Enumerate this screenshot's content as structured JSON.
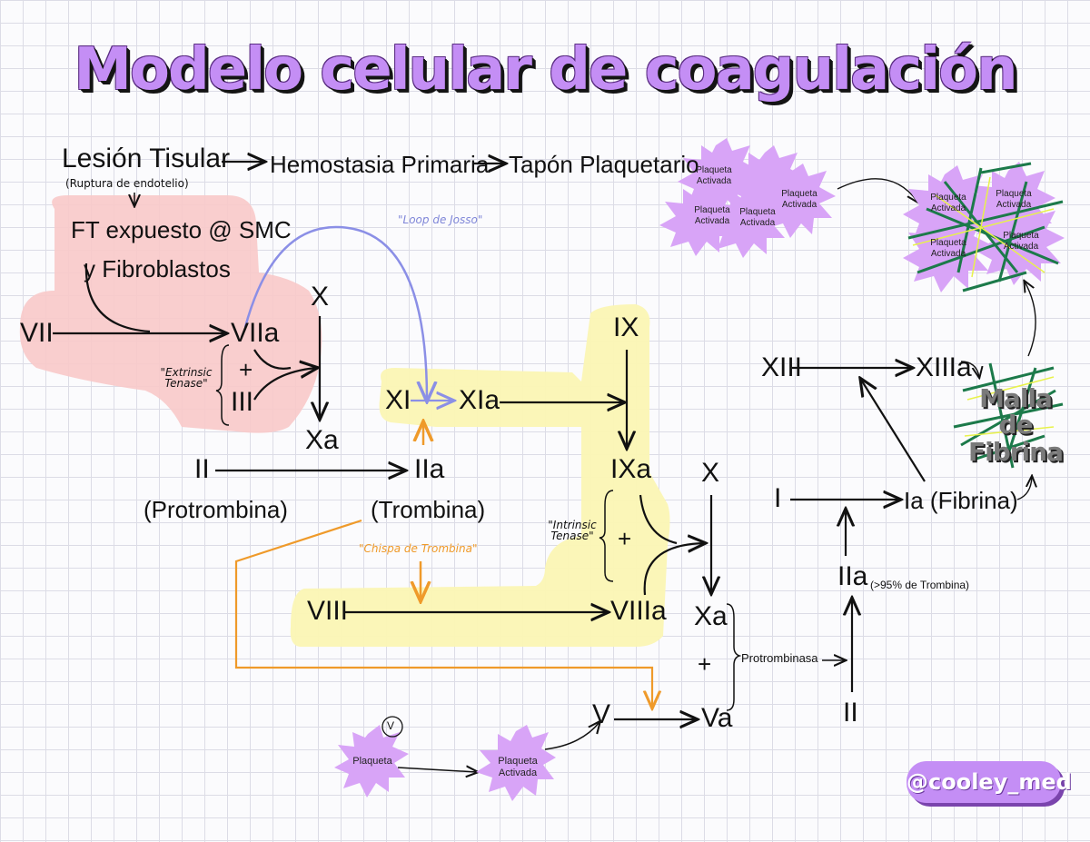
{
  "title": "Modelo celular de coagulación",
  "colors": {
    "accent_purple": "#c48ef5",
    "pink_region": "#f8c9c9",
    "yellow_region": "#fbf6b4",
    "loop_blue": "#8b8fe6",
    "thrombin_orange": "#ef9a2a",
    "fibrin_green": "#1c7a4a"
  },
  "header_row": {
    "lesion": "Lesión Tisular",
    "lesion_note": "(Ruptura de endotelio)",
    "hemostasia": "Hemostasia Primaria",
    "tapon": "Tapón Plaquetario"
  },
  "extrinsic": {
    "ft": "FT expuesto @ SMC",
    "ft2": "y  Fibroblastos",
    "vii": "VII",
    "viia": "VIIa",
    "plus": "+",
    "iii": "III",
    "tenase": "\"Extrinsic Tenase\"",
    "x": "X",
    "xa": "Xa"
  },
  "loop_label": "\"Loop de Josso\"",
  "intrinsic": {
    "xi": "XI",
    "xia": "XIa",
    "ix": "IX",
    "ixa": "IXa",
    "plus": "+",
    "viii": "VIII",
    "viiia": "VIIIa",
    "tenase": "\"Intrinsic Tenase\"",
    "x": "X",
    "xa": "Xa",
    "plus2": "+",
    "v": "V",
    "va": "Va",
    "protrombinasa": "Protrombinasa"
  },
  "thrombin": {
    "ii": "II",
    "protrombina": "(Protrombina)",
    "iia": "IIa",
    "trombina": "(Trombina)",
    "chispa": "\"Chispa de Trombina\""
  },
  "fibrin": {
    "xiii": "XIII",
    "xiiia": "XIIIa",
    "i": "I",
    "ia": "Ia (Fibrina)",
    "iia": "IIa",
    "iia_note": "(>95% de Trombina)",
    "ii": "II",
    "malla": "Malla de Fibrina"
  },
  "platelets": {
    "plaqueta": "Plaqueta",
    "activada": "Plaqueta Activada",
    "v_circle": "V",
    "cluster": [
      "Plaqueta Activada",
      "Plaqueta Activada",
      "Plaqueta Activada",
      "Plaqueta Activada"
    ],
    "net": [
      "Plaqueta Activada",
      "Plaqueta Activada",
      "Plaqueta Activada",
      "Plaqueta Activada"
    ]
  },
  "handle": "@cooley_med"
}
